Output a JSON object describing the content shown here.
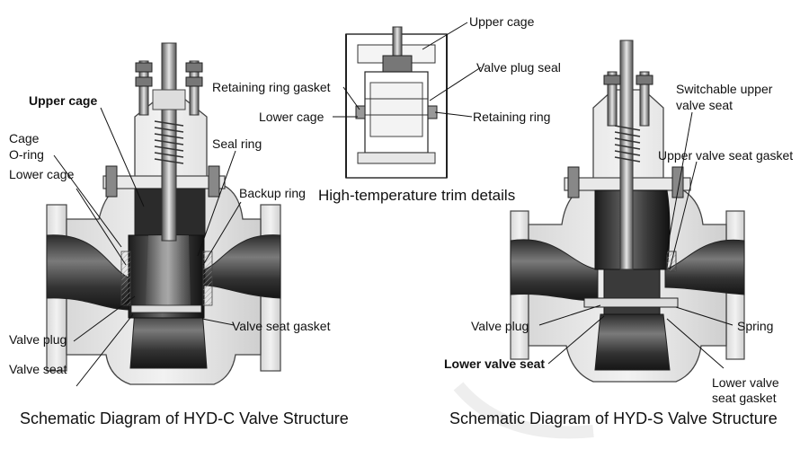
{
  "left_diagram": {
    "caption": "Schematic Diagram of HYD-C Valve Structure",
    "labels": {
      "upper_cage": "Upper cage",
      "cage_o_ring": "Cage\nO-ring",
      "lower_cage": "Lower cage",
      "seal_ring": "Seal ring",
      "backup_ring": "Backup ring",
      "valve_seat_gasket": "Valve seat gasket",
      "valve_plug": "Valve plug",
      "valve_seat": "Valve seat"
    }
  },
  "trim_detail": {
    "title": "High-temperature trim details",
    "labels": {
      "upper_cage": "Upper cage",
      "valve_plug_seal": "Valve plug seal",
      "retaining_ring_gasket": "Retaining ring gasket",
      "lower_cage": "Lower cage",
      "retaining_ring": "Retaining ring"
    }
  },
  "right_diagram": {
    "caption": "Schematic Diagram of HYD-S Valve Structure",
    "labels": {
      "switchable_upper_valve_seat": "Switchable upper\nvalve seat",
      "upper_valve_seat_gasket": "Upper valve seat gasket",
      "valve_plug": "Valve plug",
      "spring": "Spring",
      "lower_valve_seat": "Lower valve seat",
      "lower_valve_seat_gasket": "Lower valve\nseat gasket"
    }
  }
}
